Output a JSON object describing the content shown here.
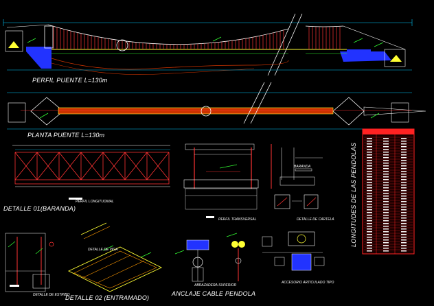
{
  "labels": {
    "perfil_puente": "PERFIL PUENTE L=130m",
    "planta_puente": "PLANTA PUENTE L=130m",
    "detalle_01": "DETALLE 01(BARANDA)",
    "perfil_longitudinal": "PERFIL LONGITUDINAL",
    "perfil_transversal": "PERFIL TRANSVERSAL",
    "detalle_cartela": "DETALLE DE CARTELA",
    "baranda": "BARANDA",
    "detalle_estribo": "DETALLE DE ESTRIBO",
    "detalle_02": "DETALLE 02 (ENTRAMADO)",
    "anclaje_cable": "ANCLAJE CABLE PENDOLA",
    "abrazadera": "ABRAZADERA SUPERIOR",
    "accesorio": "ACCESORIO ARTICULADO TIPO",
    "detalle_de_viga": "DETALLE DE VIGA",
    "longitudes": "LONGITUDES DE LAS PENDOLAS"
  },
  "colors": {
    "background": "#000000",
    "structure": "#ff3333",
    "cable": "#ffffff",
    "ground": "#cc3300",
    "abutment": "#2233ff",
    "dimension": "#00ccff",
    "annotation": "#33ff33",
    "deck": "#ffff33",
    "table": "#ff2222"
  },
  "icons": {
    "break_line": "break-line-icon",
    "section_marker": "section-circle-icon",
    "north_arrow": "scale-bar-icon"
  }
}
